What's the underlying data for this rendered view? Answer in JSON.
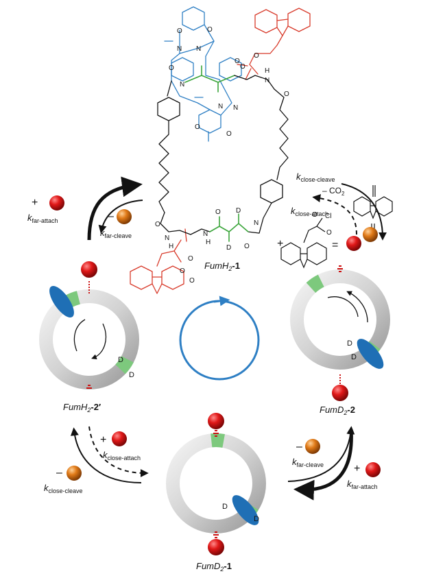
{
  "colors": {
    "blue": "#2e7fc4",
    "red": "#d83a2a",
    "green": "#3aa53a",
    "ring_gray": "#d9d9d9",
    "ring_stripe": "#7dc97d",
    "ball_red": "#cc1111",
    "ball_orange": "#d86f18",
    "macrocycle_blue": "#1f6fb5"
  },
  "molecule": {
    "label_prefix": "FumH",
    "label_sub": "2",
    "label_suffix": "-1",
    "atoms": {
      "o": "O",
      "n": "N",
      "h": "H",
      "d": "D",
      "cl": "Cl"
    }
  },
  "reagent": {
    "co2": "– CO",
    "co2_sub": "2",
    "plus": "+",
    "equals": "="
  },
  "rates": {
    "far_attach": {
      "k": "k",
      "sub": "far-attach"
    },
    "far_cleave": {
      "k": "k",
      "sub": "far-cleave"
    },
    "close_cleave": {
      "k": "k",
      "sub": "close-cleave"
    },
    "close_attach": {
      "k": "k",
      "sub": "close-attach"
    }
  },
  "signs": {
    "plus": "+",
    "minus": "–"
  },
  "states": {
    "left": {
      "prefix": "FumH",
      "sub": "2",
      "suffix": "-2′"
    },
    "right": {
      "prefix": "FumD",
      "sub": "2",
      "suffix": "-2"
    },
    "bottom": {
      "prefix": "FumD",
      "sub": "2",
      "suffix": "-1"
    }
  },
  "ring_labels": {
    "d": "D"
  }
}
